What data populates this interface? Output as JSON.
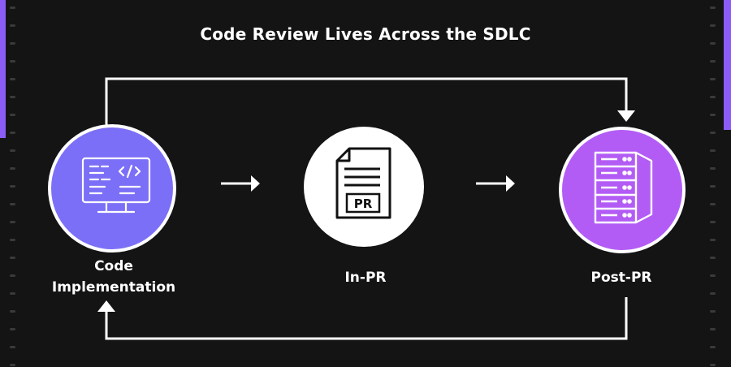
{
  "title": "Code Review Lives Across the SDLC",
  "nodes": {
    "code_implementation": {
      "label_line1": "Code",
      "label_line2": "Implementation",
      "icon": "code-monitor-icon",
      "color": "#7c6ff7"
    },
    "in_pr": {
      "label": "In-PR",
      "icon": "pr-document-icon",
      "icon_text": "PR",
      "color": "#ffffff"
    },
    "post_pr": {
      "label": "Post-PR",
      "icon": "server-rack-icon",
      "color": "#b35cf5"
    }
  },
  "colors": {
    "background": "#141414",
    "accent": "#8b5cf6",
    "lines": "#ffffff"
  }
}
